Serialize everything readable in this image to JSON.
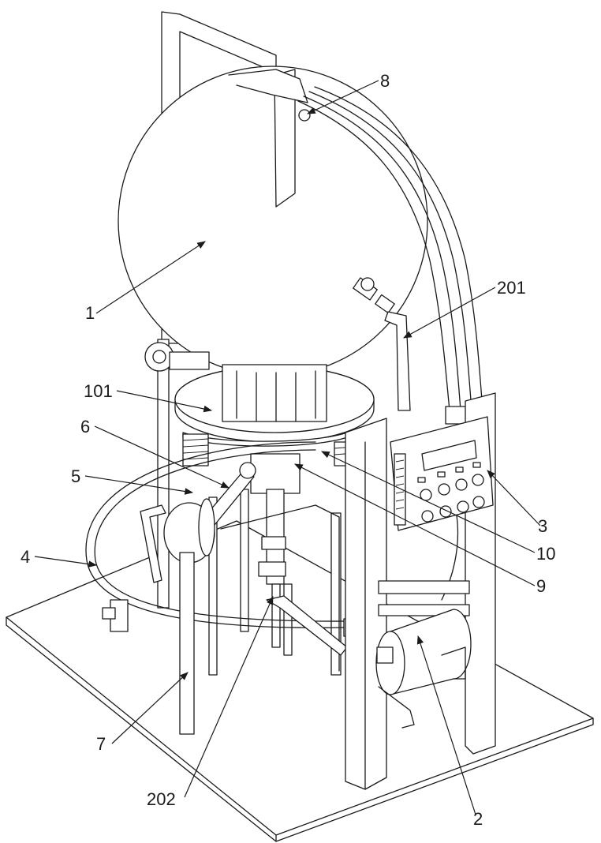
{
  "labels": {
    "l1": "1",
    "l101": "101",
    "l6": "6",
    "l5": "5",
    "l4": "4",
    "l7": "7",
    "l202": "202",
    "l2": "2",
    "l9": "9",
    "l10": "10",
    "l3": "3",
    "l201": "201",
    "l8": "8"
  }
}
